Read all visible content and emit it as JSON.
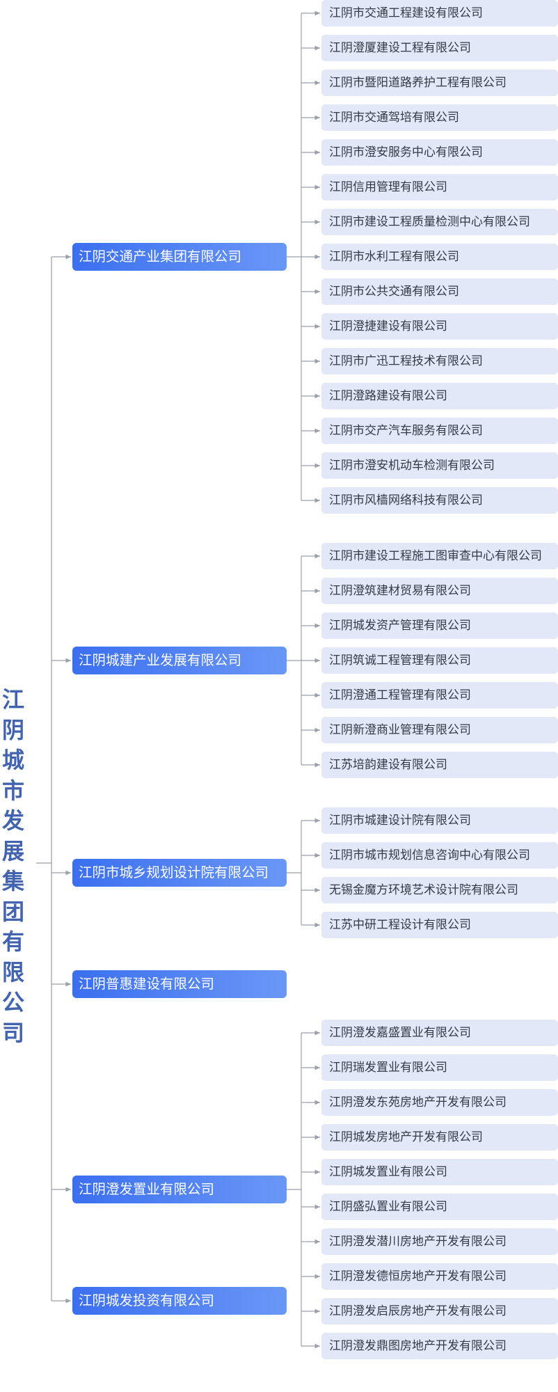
{
  "root": {
    "label": "江阴城市发展集团有限公司"
  },
  "colors": {
    "root_text": "#4264B0",
    "level1_gradient_start": "#3B6FF0",
    "level1_gradient_end": "#6A97F6",
    "level1_text": "#ffffff",
    "level2_bg": "#E3E8F8",
    "level2_text": "#333a44",
    "connector": "#9aa0aa"
  },
  "companies": [
    {
      "label": "江阴交通产业集团有限公司",
      "subsidiaries": [
        "江阴市交通工程建设有限公司",
        "江阴澄厦建设工程有限公司",
        "江阴市暨阳道路养护工程有限公司",
        "江阴市交通驾培有限公司",
        "江阴市澄安服务中心有限公司",
        "江阴信用管理有限公司",
        "江阴市建设工程质量检测中心有限公司",
        "江阴市水利工程有限公司",
        "江阴市公共交通有限公司",
        "江阴澄捷建设有限公司",
        "江阴市广迅工程技术有限公司",
        "江阴澄路建设有限公司",
        "江阴市交产汽车服务有限公司",
        "江阴市澄安机动车检测有限公司",
        "江阴市风樯网络科技有限公司"
      ]
    },
    {
      "label": "江阴城建产业发展有限公司",
      "subsidiaries": [
        "江阴市建设工程施工图审查中心有限公司",
        "江阴澄筑建材贸易有限公司",
        "江阴城发资产管理有限公司",
        "江阴筑诚工程管理有限公司",
        "江阴澄通工程管理有限公司",
        "江阴新澄商业管理有限公司",
        "江苏培韵建设有限公司"
      ]
    },
    {
      "label": "江阴市城乡规划设计院有限公司",
      "subsidiaries": [
        "江阴市城建设计院有限公司",
        "江阴市城市规划信息咨询中心有限公司",
        "无锡金魔方环境艺术设计院有限公司",
        "江苏中研工程设计有限公司"
      ]
    },
    {
      "label": "江阴普惠建设有限公司",
      "subsidiaries": []
    },
    {
      "label": "江阴澄发置业有限公司",
      "subsidiaries": [
        "江阴澄发嘉盛置业有限公司",
        "江阴瑞发置业有限公司",
        "江阴澄发东苑房地产开发有限公司",
        "江阴城发房地产开发有限公司",
        "江阴城发置业有限公司",
        "江阴盛弘置业有限公司",
        "江阴澄发潜川房地产开发有限公司",
        "江阴澄发德恒房地产开发有限公司",
        "江阴澄发启辰房地产开发有限公司",
        "江阴澄发鼎图房地产开发有限公司"
      ]
    },
    {
      "label": "江阴城发投资有限公司",
      "subsidiaries": []
    }
  ]
}
